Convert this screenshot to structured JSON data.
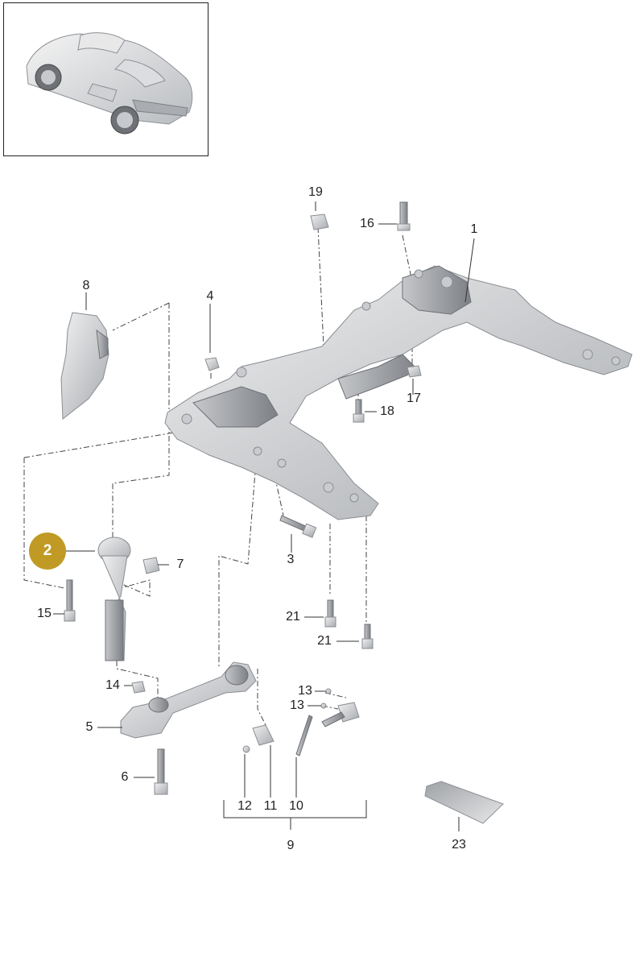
{
  "thumbnail": {
    "icon": "sports-car-icon"
  },
  "highlighted_part": {
    "label": "2",
    "color": "#c09a24"
  },
  "part_labels": {
    "p1": "1",
    "p3": "3",
    "p4": "4",
    "p5": "5",
    "p6": "6",
    "p7": "7",
    "p8": "8",
    "p9": "9",
    "p10": "10",
    "p11": "11",
    "p12": "12",
    "p13a": "13",
    "p13b": "13",
    "p14": "14",
    "p15": "15",
    "p16": "16",
    "p17": "17",
    "p18": "18",
    "p19": "19",
    "p21a": "21",
    "p21b": "21",
    "p23": "23"
  }
}
